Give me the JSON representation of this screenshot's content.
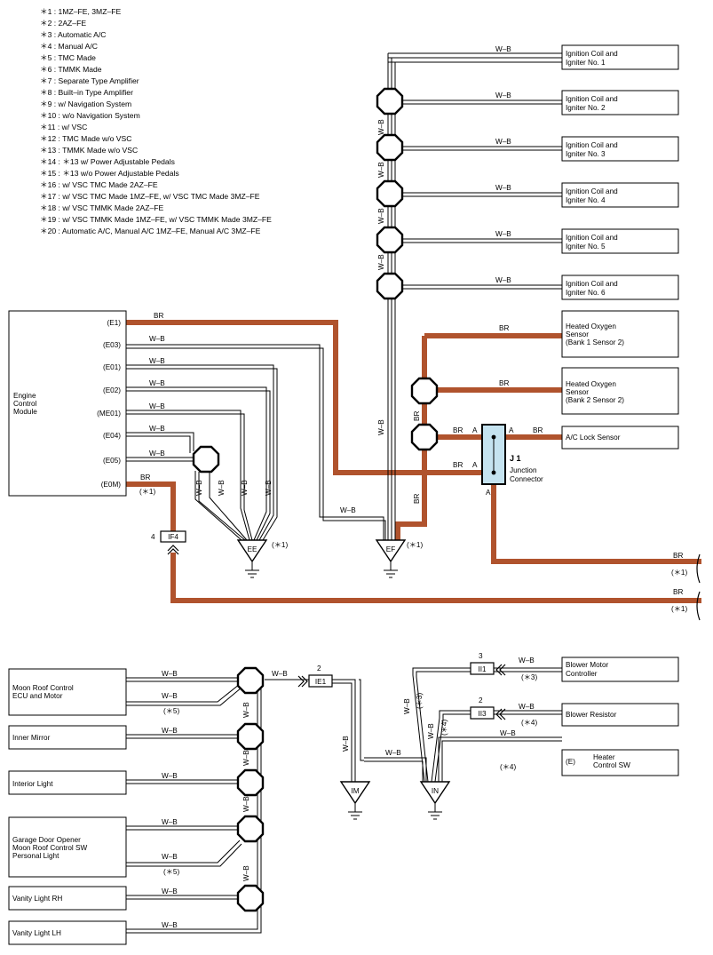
{
  "notes": [
    "＊1 : 1MZ–FE,  3MZ–FE",
    "＊2 : 2AZ–FE",
    "＊3 : Automatic A/C",
    "＊4 : Manual A/C",
    "＊5 : TMC Made",
    "＊6 : TMMK Made",
    "＊7 : Separate Type Amplifier",
    "＊8 : Built–in Type Amplifier",
    "＊9 : w/ Navigation System",
    "＊10 : w/o Navigation System",
    "＊11 : w/ VSC",
    "＊12 : TMC Made w/o VSC",
    "＊13 : TMMK Made w/o VSC",
    "＊14 : ＊13 w/ Power Adjustable Pedals",
    "＊15 : ＊13 w/o Power Adjustable Pedals",
    "＊16 : w/ VSC TMC Made 2AZ–FE",
    "＊17 : w/ VSC TMC Made 1MZ–FE, w/ VSC TMC Made 3MZ–FE",
    "＊18 : w/ VSC TMMK Made 2AZ–FE",
    "＊19 : w/ VSC TMMK Made 1MZ–FE, w/ VSC TMMK Made 3MZ–FE",
    "＊20 : Automatic A/C,  Manual A/C 1MZ–FE,  Manual A/C 3MZ–FE"
  ],
  "wire_colors": {
    "wb": "W–B",
    "br": "BR",
    "br_hex": "#b0532d",
    "junction_hex": "#c5e3f0"
  },
  "ecm": {
    "title": [
      "Engine",
      "Control",
      "Module"
    ],
    "pins": [
      "(E1)",
      "(E03)",
      "(E01)",
      "(E02)",
      "(ME01)",
      "(E04)",
      "(E05)",
      "(E0M)"
    ]
  },
  "ignition_coils": [
    [
      "Ignition Coil and",
      "Igniter No. 1"
    ],
    [
      "Ignition Coil and",
      "Igniter No. 2"
    ],
    [
      "Ignition Coil and",
      "Igniter No. 3"
    ],
    [
      "Ignition Coil and",
      "Igniter No. 4"
    ],
    [
      "Ignition Coil and",
      "Igniter No. 5"
    ],
    [
      "Ignition Coil and",
      "Igniter No. 6"
    ]
  ],
  "sensors": {
    "ho2_bank1": [
      "Heated Oxygen",
      "Sensor",
      "(Bank 1 Sensor 2)"
    ],
    "ho2_bank2": [
      "Heated Oxygen",
      "Sensor",
      "(Bank 2 Sensor 2)"
    ],
    "ac_lock": "A/C Lock Sensor"
  },
  "junction": {
    "name": "J 1",
    "desc": [
      "Junction",
      "Connector"
    ],
    "pin": "A"
  },
  "grounds": {
    "ee": "EE",
    "ef": "EF",
    "im": "IM",
    "in": "IN"
  },
  "connectors": {
    "if4": {
      "name": "IF4",
      "pin": "4"
    },
    "ie1": {
      "name": "IE1",
      "pin": "2"
    },
    "ii1": {
      "name": "II1",
      "pin": "3"
    },
    "ii3": {
      "name": "II3",
      "pin": "2"
    }
  },
  "conditions": {
    "c1": "(＊1)",
    "c3": "(＊3)",
    "c4": "(＊4)",
    "c5": "(＊5)"
  },
  "body_components": [
    [
      "Moon Roof Control",
      "ECU and Motor"
    ],
    [
      "Inner Mirror"
    ],
    [
      "Interior Light"
    ],
    [
      "Garage Door Opener",
      "Moon Roof Control SW",
      "Personal Light"
    ],
    [
      "Vanity Light RH"
    ],
    [
      "Vanity Light LH"
    ]
  ],
  "hvac_components": {
    "blower_motor": [
      "Blower Motor",
      "Controller"
    ],
    "blower_resistor": "Blower Resistor",
    "heater_sw": [
      "Heater",
      "Control SW"
    ],
    "heater_pin": "(E)"
  }
}
